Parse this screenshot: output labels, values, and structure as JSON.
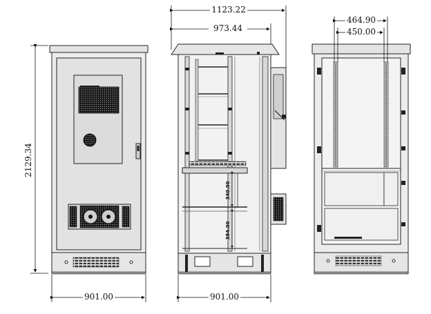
{
  "dimensions": {
    "front_height": "2129.34",
    "front_width": "901.00",
    "side_width": "901.00",
    "side_total_width": "1123.22",
    "side_body_width": "973.44",
    "side_inner_340": "340.00",
    "side_inner_384": "384.00",
    "rear_outer_width": "464.90",
    "rear_inner_width": "450.00"
  },
  "colors": {
    "cabinet_fill": "#ececec",
    "panel_fill": "#dcdcdc",
    "dark": "#1a1a1a",
    "line": "#222222"
  }
}
